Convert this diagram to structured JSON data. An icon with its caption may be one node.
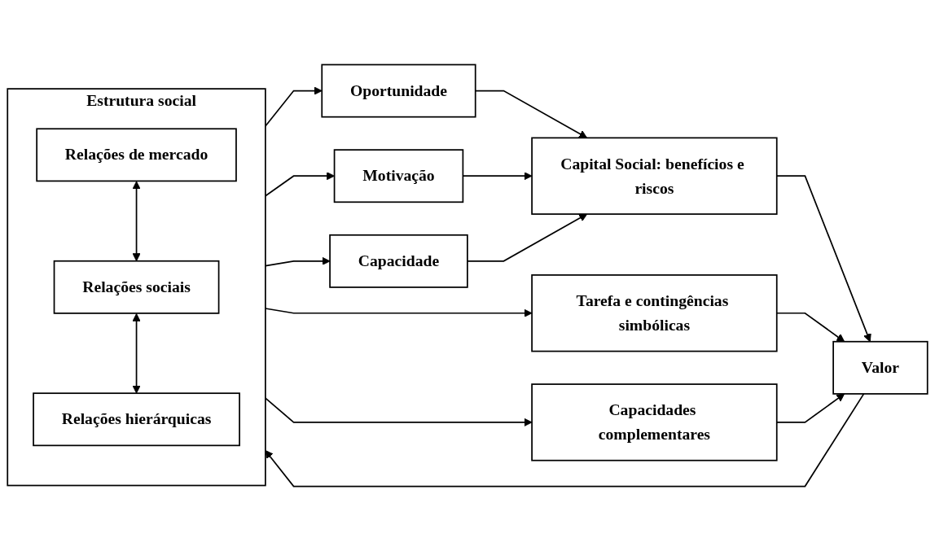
{
  "diagram": {
    "nodes": [
      {
        "text": [
          "Estrutura social"
        ]
      },
      {
        "text": [
          "Relações de mercado"
        ],
        "in": 0
      },
      {
        "text": [
          "Relações sociais"
        ],
        "in": 0
      },
      {
        "text": [
          "Relações hierárquicas"
        ],
        "in": 0
      },
      {
        "text": [
          "Tarefa e contingências simbólicas"
        ]
      },
      {
        "text": [
          "Oportunidade"
        ]
      },
      {
        "text": [
          "Motivação"
        ]
      },
      {
        "text": [
          "Capital Social: benefícios e riscos"
        ]
      },
      {
        "text": [
          "Capacidade"
        ]
      },
      {
        "text": [
          "Valor"
        ]
      },
      {
        "text": [
          "Capacidades complementares"
        ]
      }
    ],
    "edges": [
      {
        "from": 1,
        "to": 2,
        "arrow": "both"
      },
      {
        "from": 2,
        "to": 3,
        "arrow": "both"
      },
      {
        "from": 0,
        "to": 4,
        "arrow": "to"
      },
      {
        "from": 0,
        "to": 5,
        "arrow": "to"
      },
      {
        "from": 0,
        "to": 6,
        "arrow": "to"
      },
      {
        "from": 0,
        "to": 8,
        "arrow": "to"
      },
      {
        "from": 0,
        "to": 10,
        "arrow": "to"
      },
      {
        "from": 5,
        "to": 7,
        "arrow": "to"
      },
      {
        "from": 6,
        "to": 7,
        "arrow": "to"
      },
      {
        "from": 8,
        "to": 7,
        "arrow": "to"
      },
      {
        "from": 7,
        "to": 9,
        "arrow": "to"
      },
      {
        "from": 4,
        "to": 9,
        "arrow": "to"
      },
      {
        "from": 10,
        "to": 9,
        "arrow": "to"
      },
      {
        "from": 9,
        "to": 0,
        "arrow": "to"
      }
    ]
  }
}
